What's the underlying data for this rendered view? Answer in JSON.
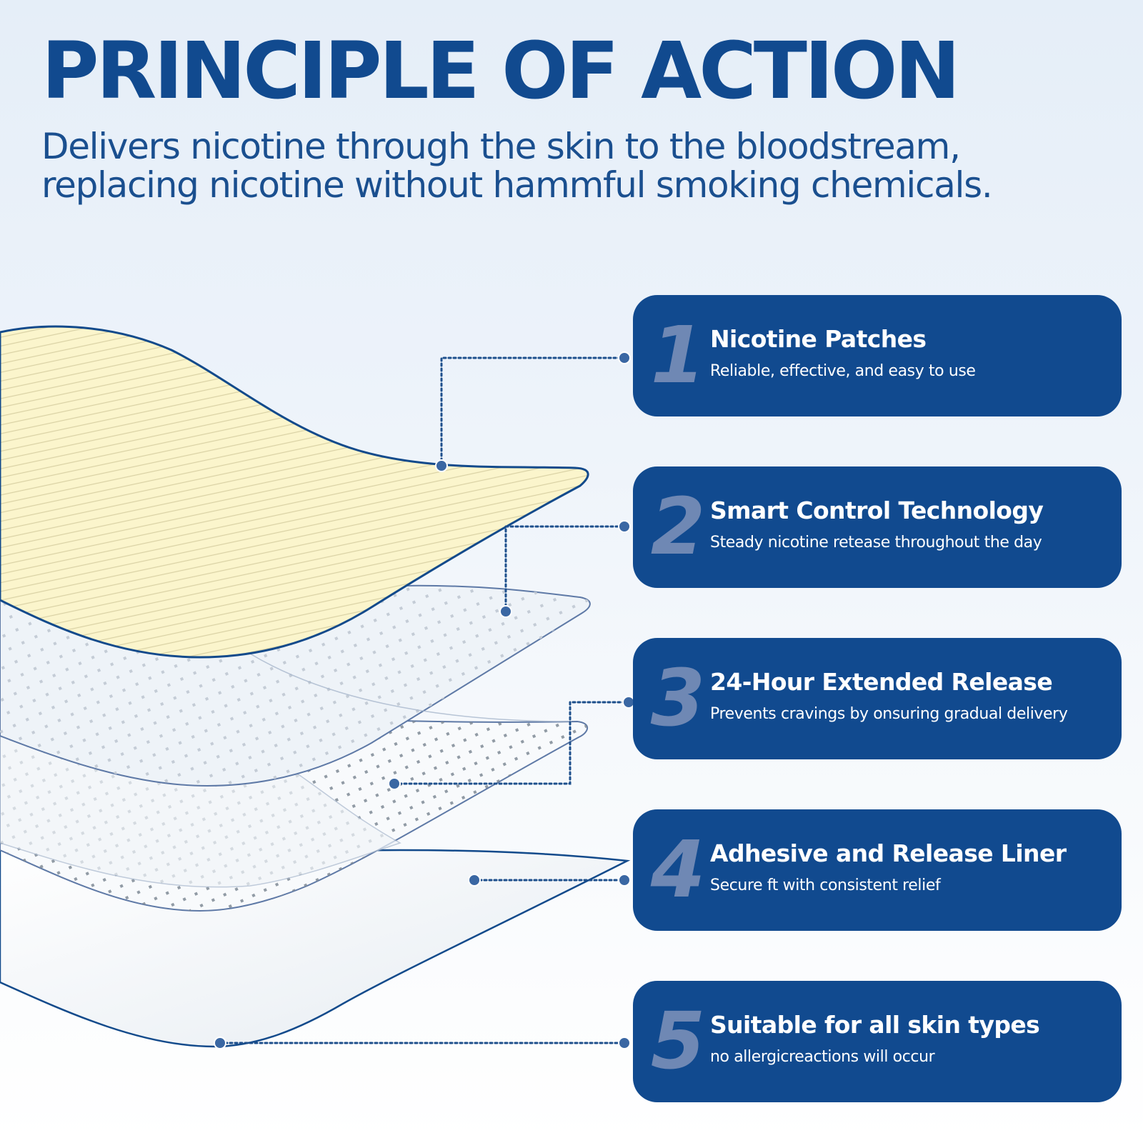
{
  "header": {
    "title": "PRINCIPLE OF ACTION",
    "subtitle": "Delivers nicotine through the skin to the bloodstream, replacing nicotine without hammful smoking chemicals."
  },
  "colors": {
    "brand_blue": "#114a8f",
    "number_blue": "#6f88b4",
    "patch_yellow": "#fbf5cc"
  },
  "features": [
    {
      "number": "1",
      "title": "Nicotine Patches",
      "description": "Reliable, effective, and easy to use"
    },
    {
      "number": "2",
      "title": "Smart Control Technology",
      "description": "Steady nicotine retease throughout the day"
    },
    {
      "number": "3",
      "title": "24-Hour Extended Release",
      "description": "Prevents cravings by onsuring gradual delivery"
    },
    {
      "number": "4",
      "title": "Adhesive and Release Liner",
      "description": "Secure ft with consistent relief"
    },
    {
      "number": "5",
      "title": "Suitable for all skin types",
      "description": "no allergicreactions will occur"
    }
  ]
}
